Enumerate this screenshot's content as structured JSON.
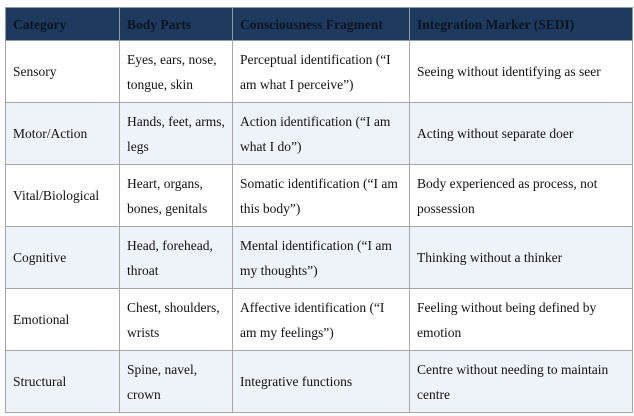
{
  "headers": [
    "Category",
    "Body Parts",
    "Consciousness Fragment",
    "Integration Marker (SEDI)"
  ],
  "rows": [
    [
      "Sensory",
      "Eyes, ears, nose, tongue, skin",
      "Perceptual identification (“I am what I perceive”)",
      "Seeing without identifying as seer"
    ],
    [
      "Motor/Action",
      "Hands, feet, arms, legs",
      "Action identification (“I am what I do”)",
      "Acting without separate doer"
    ],
    [
      "Vital/Biological",
      "Heart, organs, bones, genitals",
      "Somatic identification (“I am this body”)",
      "Body experienced as process, not possession"
    ],
    [
      "Cognitive",
      "Head, forehead, throat",
      "Mental identification (“I am my thoughts”)",
      "Thinking without a thinker"
    ],
    [
      "Emotional",
      "Chest, shoulders, wrists",
      "Affective identification (“I am my feelings”)",
      "Feeling without being defined by emotion"
    ],
    [
      "Structural",
      "Spine, navel, crown",
      "Integrative functions",
      "Centre without needing to maintain centre"
    ]
  ],
  "colors": {
    "header_bg": "#1f3a5f",
    "alt_row_bg": "#eef3f9",
    "border": "#a6a6a6"
  }
}
